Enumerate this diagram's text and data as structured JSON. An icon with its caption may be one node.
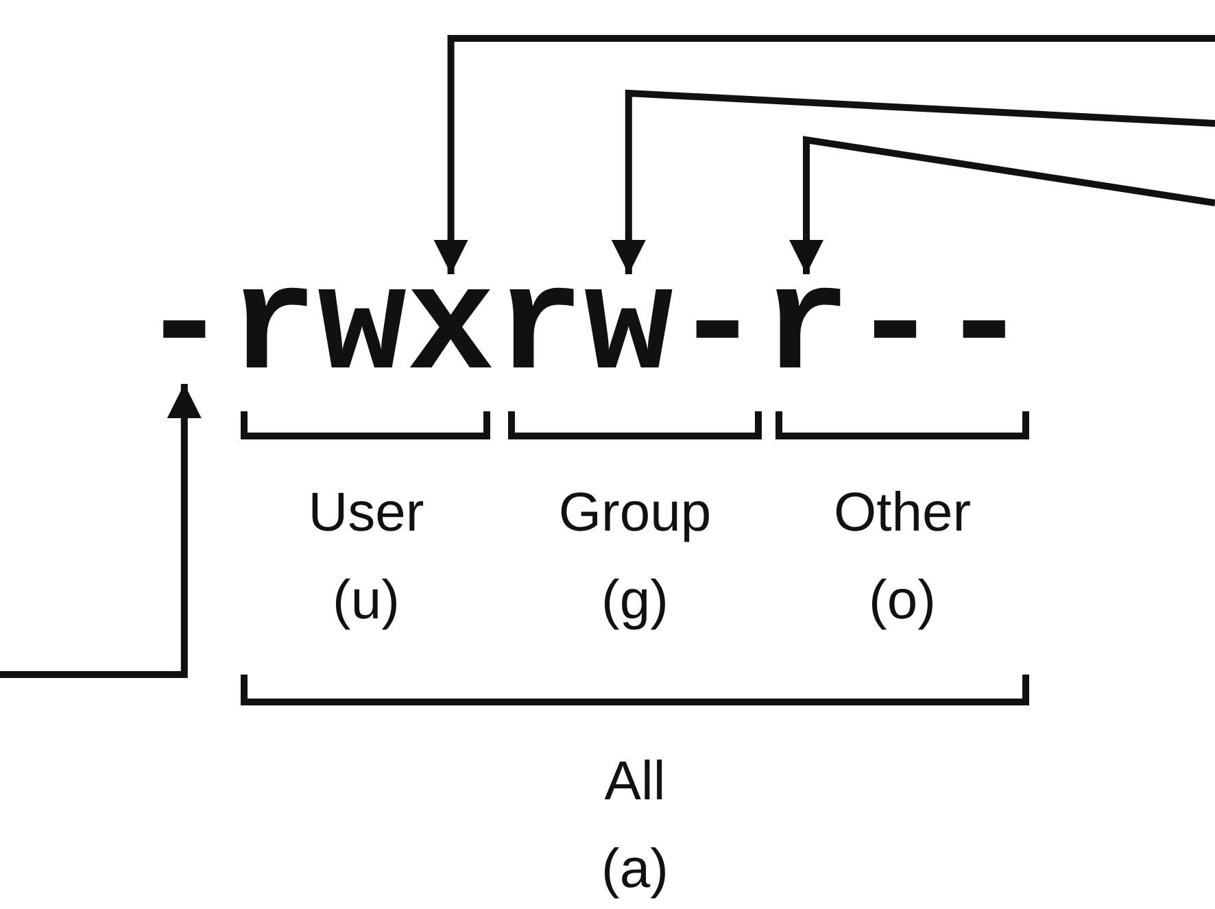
{
  "diagram": {
    "nodes": [
      {
        "text": [
          "-"
        ]
      },
      {
        "text": [
          "r"
        ]
      },
      {
        "text": [
          "w"
        ]
      },
      {
        "text": [
          "x"
        ]
      },
      {
        "text": [
          "r"
        ]
      },
      {
        "text": [
          "w"
        ]
      },
      {
        "text": [
          "-"
        ]
      },
      {
        "text": [
          "r"
        ]
      },
      {
        "text": [
          "-"
        ]
      },
      {
        "text": [
          "-"
        ]
      }
    ],
    "edges": [
      {
        "from": null,
        "to": 3,
        "arrow": "to"
      },
      {
        "from": null,
        "to": 5,
        "arrow": "to"
      },
      {
        "from": null,
        "to": 7,
        "arrow": "to"
      },
      {
        "from": null,
        "to": 0,
        "arrow": "to"
      }
    ],
    "labels": [
      "User (u)",
      "Group (g)",
      "Other (o)",
      "All (a)"
    ]
  }
}
